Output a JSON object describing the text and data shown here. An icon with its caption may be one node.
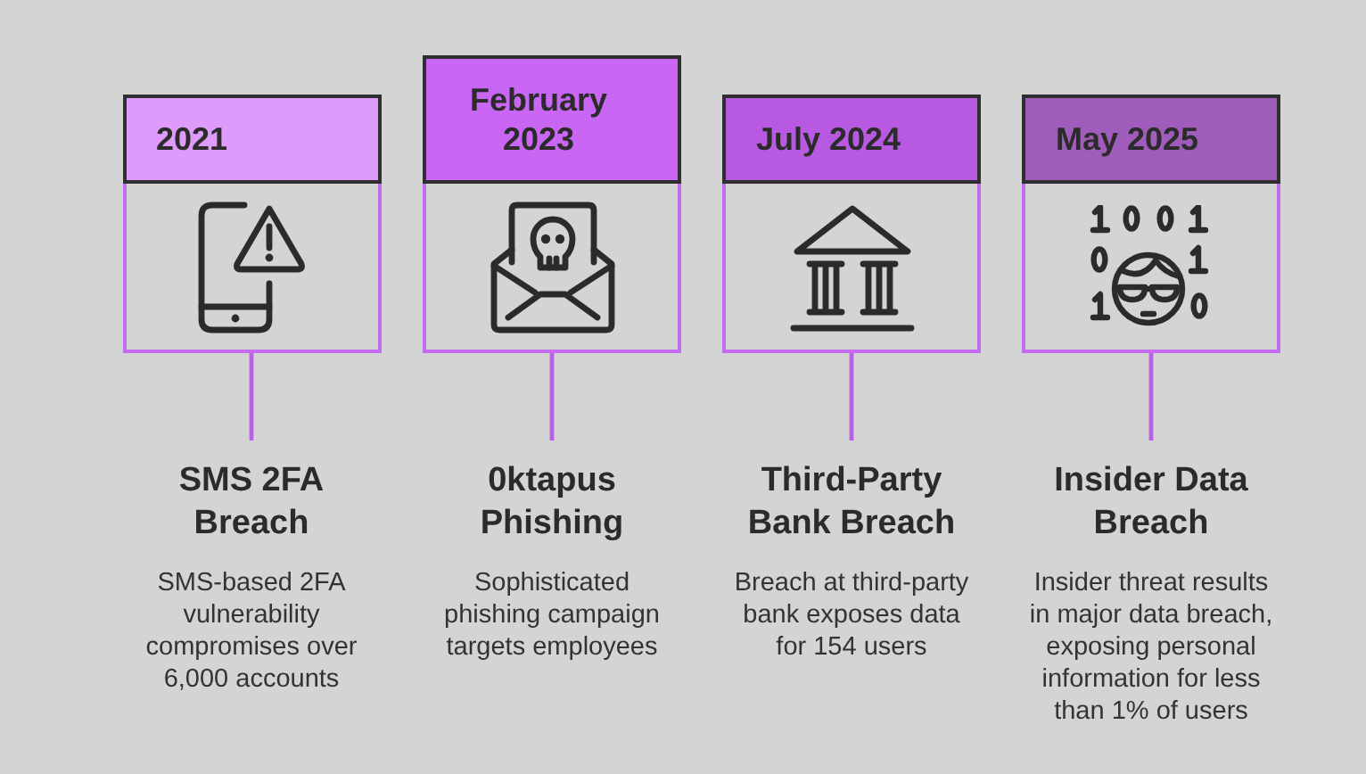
{
  "diagram": {
    "nodes": [
      {
        "text": [
          "2021"
        ]
      },
      {
        "text": [
          "February 2023"
        ]
      },
      {
        "text": [
          "July 2024"
        ]
      },
      {
        "text": [
          "May 2025"
        ]
      },
      {
        "text": [
          "SMS 2FA Breach",
          "SMS-based 2FA vulnerability compromises over 6,000 accounts"
        ]
      },
      {
        "text": [
          "0ktapus Phishing",
          "Sophisticated phishing campaign targets employees"
        ]
      },
      {
        "text": [
          "Third-Party Bank Breach",
          "Breach at third-party bank exposes data for 154 users"
        ]
      },
      {
        "text": [
          "Insider Data Breach",
          "Insider threat results in major data breach, exposing personal information for less than 1% of users"
        ]
      }
    ],
    "edges": [
      {
        "from": 0,
        "to": 4,
        "arrow": "none"
      },
      {
        "from": 1,
        "to": 5,
        "arrow": "none"
      },
      {
        "from": 2,
        "to": 6,
        "arrow": "none"
      },
      {
        "from": 3,
        "to": 7,
        "arrow": "none"
      }
    ]
  }
}
